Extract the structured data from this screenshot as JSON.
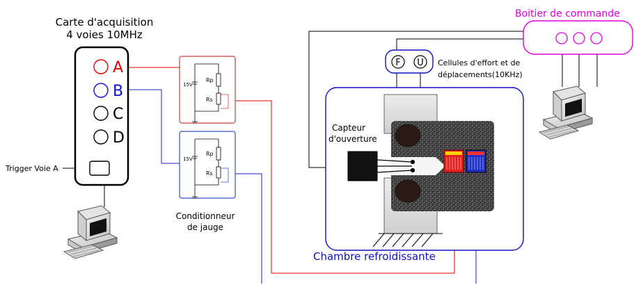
{
  "acquisition": {
    "title_line1": "Carte d'acquisition",
    "title_line2": "4 voies 10MHz",
    "channels": [
      {
        "letter": "A",
        "color": "#e00000"
      },
      {
        "letter": "B",
        "color": "#1010d0"
      },
      {
        "letter": "C",
        "color": "#000000"
      },
      {
        "letter": "D",
        "color": "#000000"
      }
    ],
    "trigger_label": "Trigger Voie A"
  },
  "conditioner": {
    "label_line1": "Conditionneur",
    "label_line2": "de jauge",
    "supply_label": "15V",
    "rp_label": "Rp",
    "rs_label": "Rs"
  },
  "cells": {
    "f_label": "F",
    "u_label": "U",
    "label_line1": "Cellules d'effort et de",
    "label_line2": "déplacements(10KHz)"
  },
  "control_box": {
    "title": "Boitier de commande",
    "color": "#e000e0"
  },
  "sensor": {
    "label_line1": "Capteur",
    "label_line2": "d'ouverture"
  },
  "chamber": {
    "label": "Chambre refroidissante",
    "color": "#1010c0"
  },
  "colors": {
    "red_wire": "#e00000",
    "blue_wire": "#2020c0"
  }
}
